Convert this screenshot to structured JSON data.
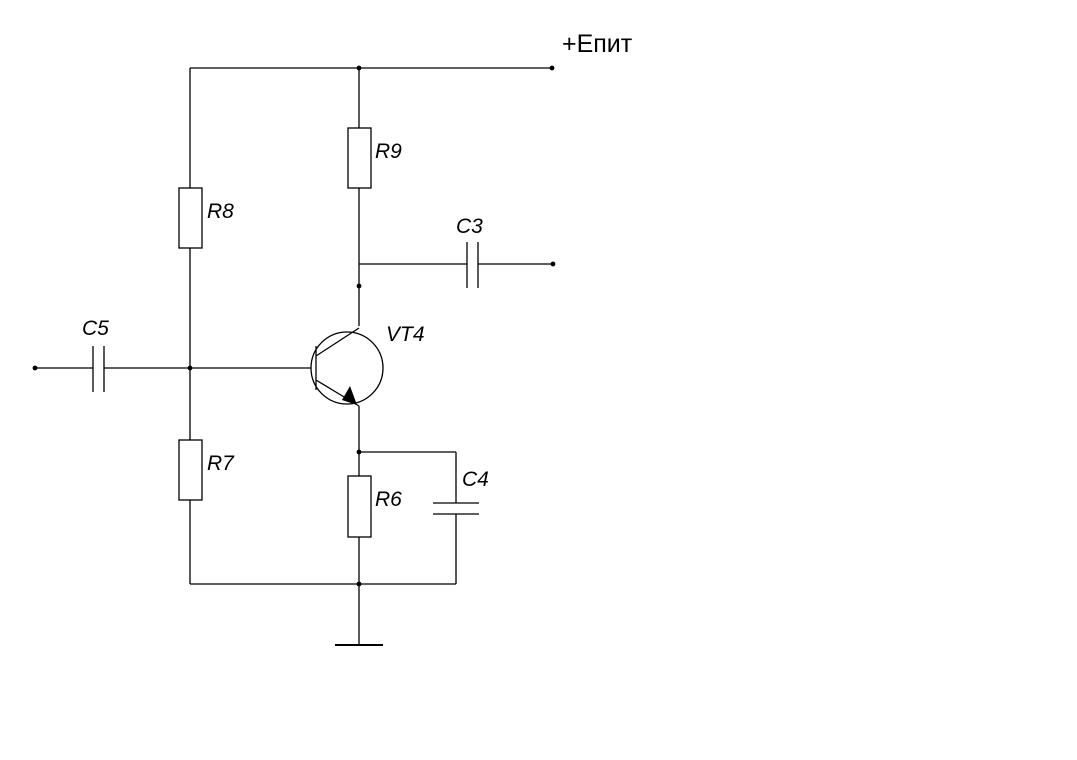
{
  "supply": {
    "label": "+Eпит"
  },
  "components": {
    "r9": "R9",
    "r8": "R8",
    "c3": "C3",
    "c5": "C5",
    "vt4": "VT4",
    "r7": "R7",
    "r6": "R6",
    "c4": "C4"
  }
}
